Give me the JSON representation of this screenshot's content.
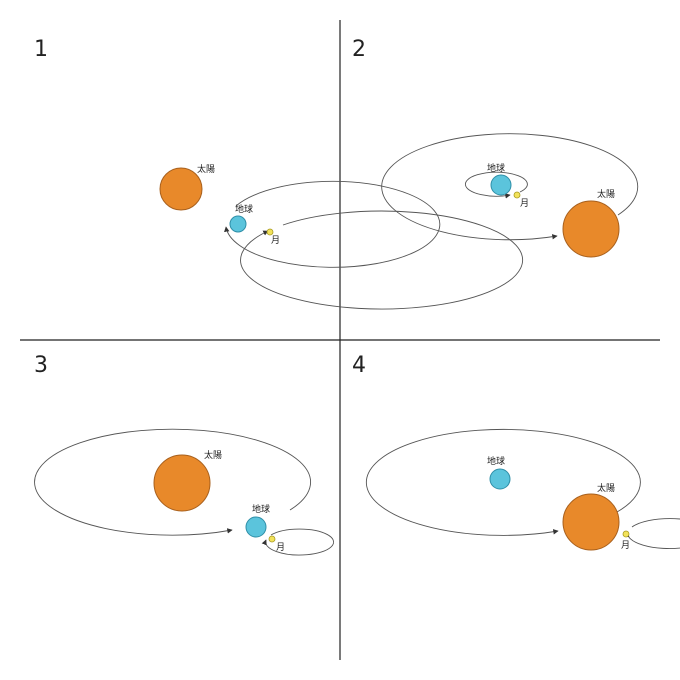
{
  "labels": {
    "sun": "太陽",
    "earth": "地球",
    "moon": "月"
  },
  "panels": [
    {
      "number": "1"
    },
    {
      "number": "2"
    },
    {
      "number": "3"
    },
    {
      "number": "4"
    }
  ],
  "colors": {
    "sun": "#e8892a",
    "earth": "#5bc4dc",
    "moon": "#f2e25a",
    "orbit": "#555555"
  }
}
